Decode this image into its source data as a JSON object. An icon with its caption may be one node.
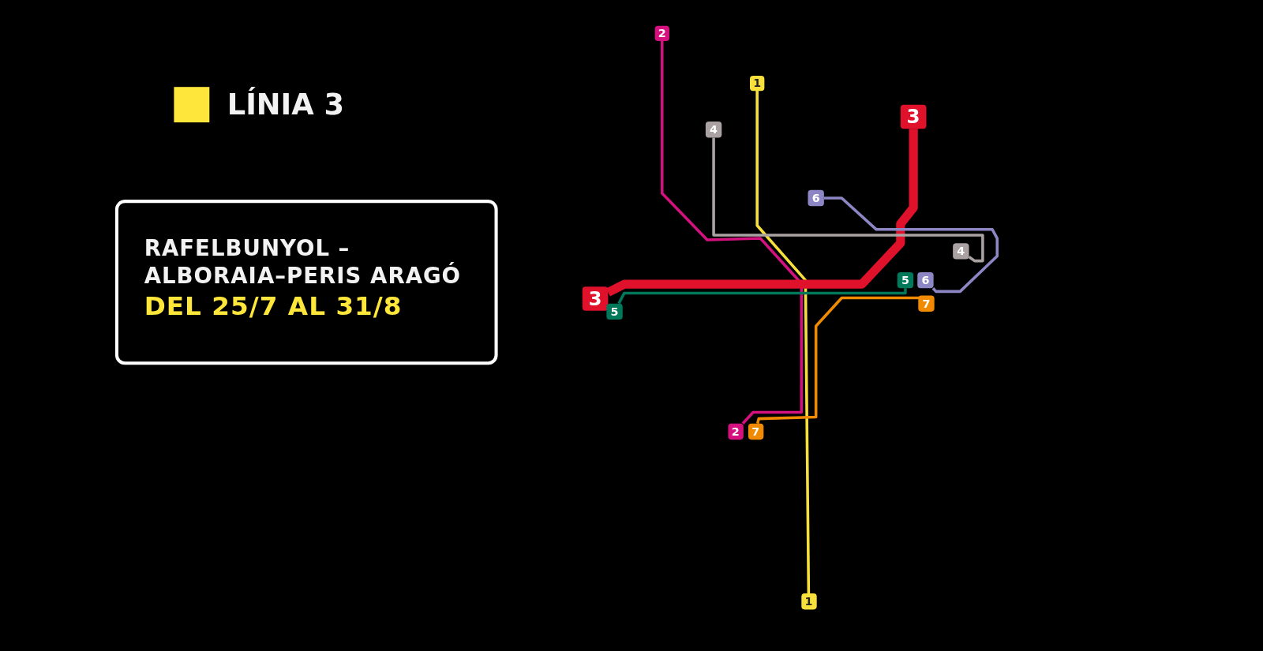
{
  "diagram": {
    "nodes": [
      {
        "text": [
          "RAFELBUNYOL – ALBORAIA–PERIS ARAGÓ",
          "DEL 25/7 AL 31/8"
        ]
      },
      {
        "text": [
          "2"
        ]
      },
      {
        "text": [
          "1"
        ]
      },
      {
        "text": [
          "3"
        ]
      },
      {
        "text": [
          "4"
        ]
      },
      {
        "text": [
          "6"
        ]
      },
      {
        "text": [
          "4"
        ]
      },
      {
        "text": [
          "5"
        ]
      },
      {
        "text": [
          "6"
        ]
      },
      {
        "text": [
          "3"
        ]
      },
      {
        "text": [
          "7"
        ]
      },
      {
        "text": [
          "5"
        ]
      },
      {
        "text": [
          "2"
        ]
      },
      {
        "text": [
          "7"
        ]
      },
      {
        "text": [
          "1"
        ]
      }
    ],
    "edges": [
      {
        "from": 2,
        "to": 14,
        "arrow": "none",
        "color": "#f7e03c"
      },
      {
        "from": 1,
        "to": 12,
        "arrow": "none",
        "color": "#d4117f"
      },
      {
        "from": 3,
        "to": 9,
        "arrow": "none",
        "color": "#e0112b",
        "style": "thick"
      },
      {
        "from": 4,
        "to": 6,
        "arrow": "none",
        "color": "#aaa2a2"
      },
      {
        "from": 11,
        "to": 7,
        "arrow": "none",
        "color": "#00785a"
      },
      {
        "from": 5,
        "to": 8,
        "arrow": "none",
        "color": "#8c87c4"
      },
      {
        "from": 10,
        "to": 13,
        "arrow": "none",
        "color": "#f08a00"
      }
    ],
    "legend": [
      {
        "text": "LÍNIA 3",
        "color": "#ffe63b"
      }
    ]
  }
}
